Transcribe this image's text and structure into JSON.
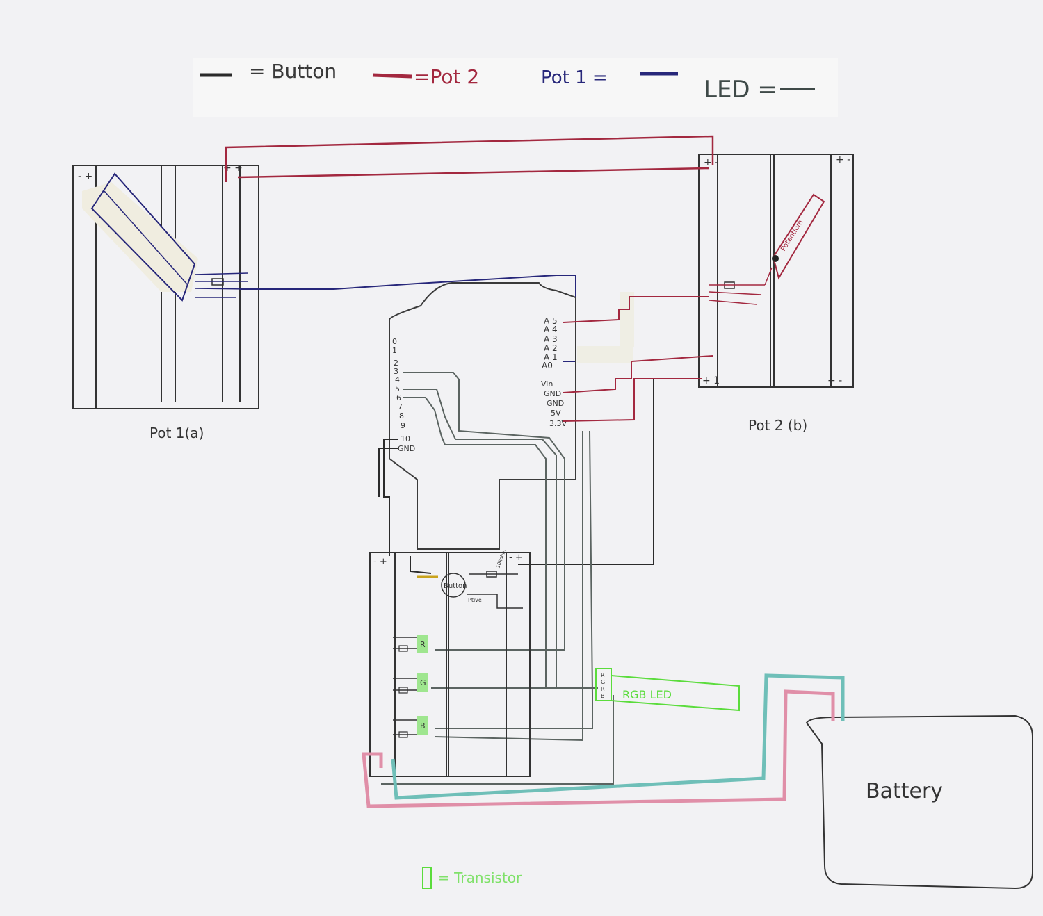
{
  "legend": {
    "button_label": "= Button",
    "pot2_label": "=Pot  2",
    "pot1_label": "Pot  1 =",
    "led_label": "LED =",
    "colors": {
      "button": "#2a2a2a",
      "pot2": "#a3283f",
      "pot1": "#27277a",
      "led": "#3f4a48"
    }
  },
  "breadboards": {
    "pot1": {
      "caption": "Pot 1(a)",
      "rail_top_left": "- +",
      "rail_top_right": "+ +"
    },
    "pot2": {
      "caption": "Pot  2 (b)",
      "rail_top_left": "+ -",
      "rail_top_right": "+ -",
      "rail_bottom_left": "+ 1",
      "rail_bottom_right": "+ -",
      "pot_label": "Potentiom"
    },
    "main": {
      "rail_top_left": "- +",
      "rail_top_right": "- +"
    }
  },
  "arduino": {
    "analog_pins": [
      "A 5",
      "A 4",
      "A 3",
      "A 2",
      "A 1",
      "A0"
    ],
    "power_pins": [
      "Vin",
      "GND",
      "GND",
      "5V",
      "3.3V"
    ],
    "digital_pins": [
      "0",
      "1",
      "2",
      "3",
      "4",
      "5",
      "6",
      "7",
      "8",
      "9",
      "10",
      "GND"
    ]
  },
  "components": {
    "button": "Button",
    "button_note": "Ptive",
    "resistor_note": "10kohm",
    "transistors": [
      "R",
      "G",
      "B"
    ],
    "rgb_led": {
      "label": "RGB LED",
      "pins": [
        "R",
        "G",
        "R",
        "B"
      ]
    },
    "battery": "Battery",
    "transistor_key": "= Transistor"
  },
  "wire_colors": {
    "pot2": "#a3283f",
    "pot1": "#27277a",
    "gray": "#5b6461",
    "black": "#2b2b2b",
    "green": "#5bdc3c",
    "teal": "#6fbfb8",
    "pink": "#e08fa8"
  }
}
